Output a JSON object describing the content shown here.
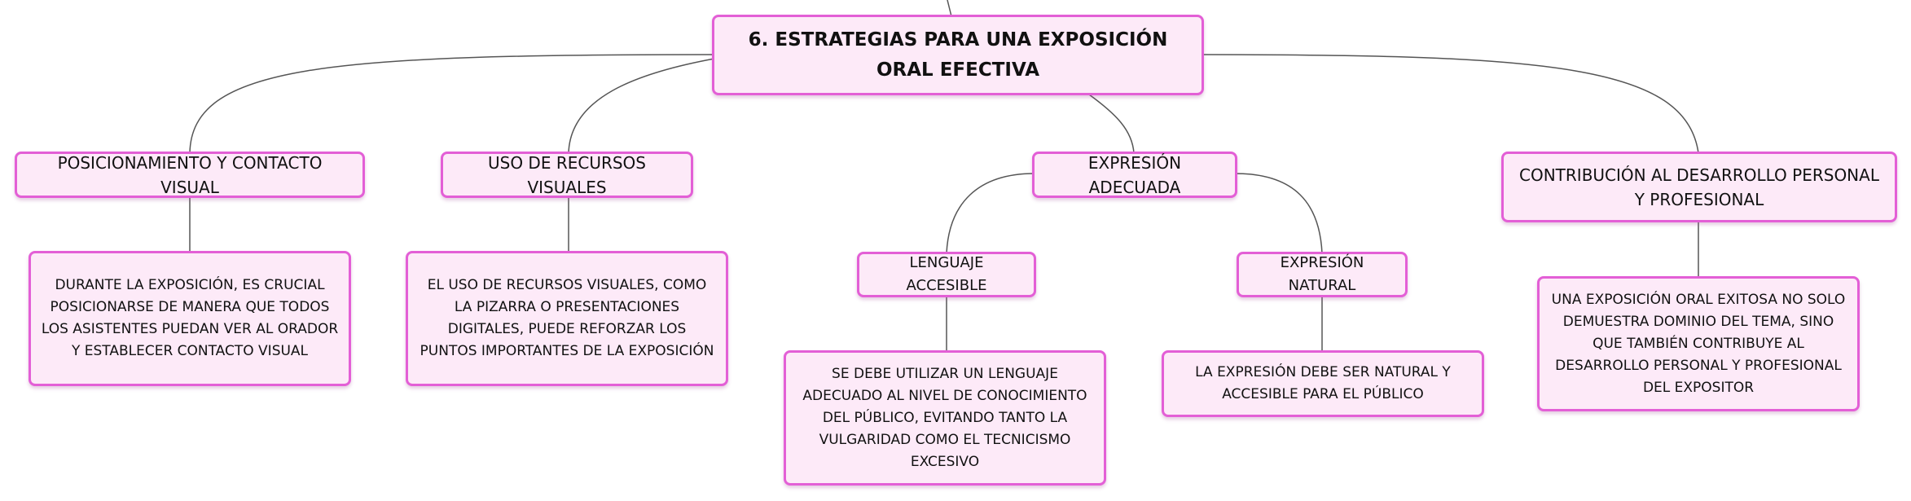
{
  "root": {
    "label": "6. ESTRATEGIAS PARA UNA EXPOSICIÓN ORAL EFECTIVA"
  },
  "branches": [
    {
      "label": "POSICIONAMIENTO Y CONTACTO VISUAL",
      "detail": "DURANTE LA EXPOSICIÓN, ES CRUCIAL POSICIONARSE DE MANERA QUE TODOS LOS ASISTENTES PUEDAN VER AL ORADOR Y ESTABLECER CONTACTO VISUAL"
    },
    {
      "label": "USO DE RECURSOS VISUALES",
      "detail": "EL USO DE RECURSOS VISUALES, COMO LA PIZARRA O PRESENTACIONES DIGITALES, PUEDE REFORZAR LOS PUNTOS IMPORTANTES DE LA EXPOSICIÓN"
    },
    {
      "label": "EXPRESIÓN ADECUADA",
      "children": [
        {
          "label": "LENGUAJE ACCESIBLE",
          "detail": "SE DEBE UTILIZAR UN LENGUAJE ADECUADO AL NIVEL DE CONOCIMIENTO DEL PÚBLICO, EVITANDO TANTO LA VULGARIDAD COMO EL TECNICISMO EXCESIVO"
        },
        {
          "label": "EXPRESIÓN NATURAL",
          "detail": "LA EXPRESIÓN DEBE SER NATURAL Y ACCESIBLE PARA EL PÚBLICO"
        }
      ]
    },
    {
      "label": "CONTRIBUCIÓN AL DESARROLLO PERSONAL Y PROFESIONAL",
      "detail": "UNA EXPOSICIÓN ORAL EXITOSA NO SOLO DEMUESTRA DOMINIO DEL TEMA, SINO QUE TAMBIÉN CONTRIBUYE AL DESARROLLO PERSONAL Y PROFESIONAL DEL EXPOSITOR"
    }
  ],
  "colors": {
    "node_fill": "#fdeaf8",
    "node_border": "#e35fd6",
    "connector": "#555555"
  }
}
